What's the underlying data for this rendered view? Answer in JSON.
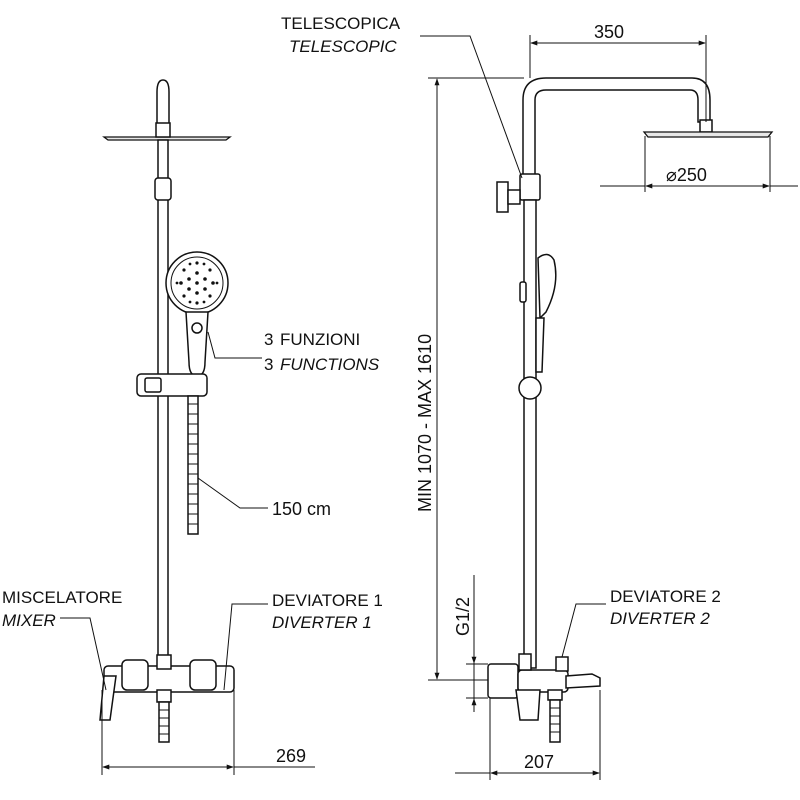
{
  "labels": {
    "telescopic_it": "TELESCOPICA",
    "telescopic_en": "TELESCOPIC",
    "functions_it_num": "3",
    "functions_it": "FUNZIONI",
    "functions_en_num": "3",
    "functions_en": "FUNCTIONS",
    "hose_length": "150 cm",
    "mixer_it": "MISCELATORE",
    "mixer_en": "MIXER",
    "diverter1_it": "DEVIATORE 1",
    "diverter1_en": "DIVERTER 1",
    "diverter2_it": "DEVIATORE 2",
    "diverter2_en": "DIVERTER 2",
    "thread": "G1/2"
  },
  "dimensions": {
    "arm_length": "350",
    "head_diameter": "⌀250",
    "height_range": "MIN 1070  -  MAX 1610",
    "front_width": "269",
    "side_depth": "207"
  }
}
